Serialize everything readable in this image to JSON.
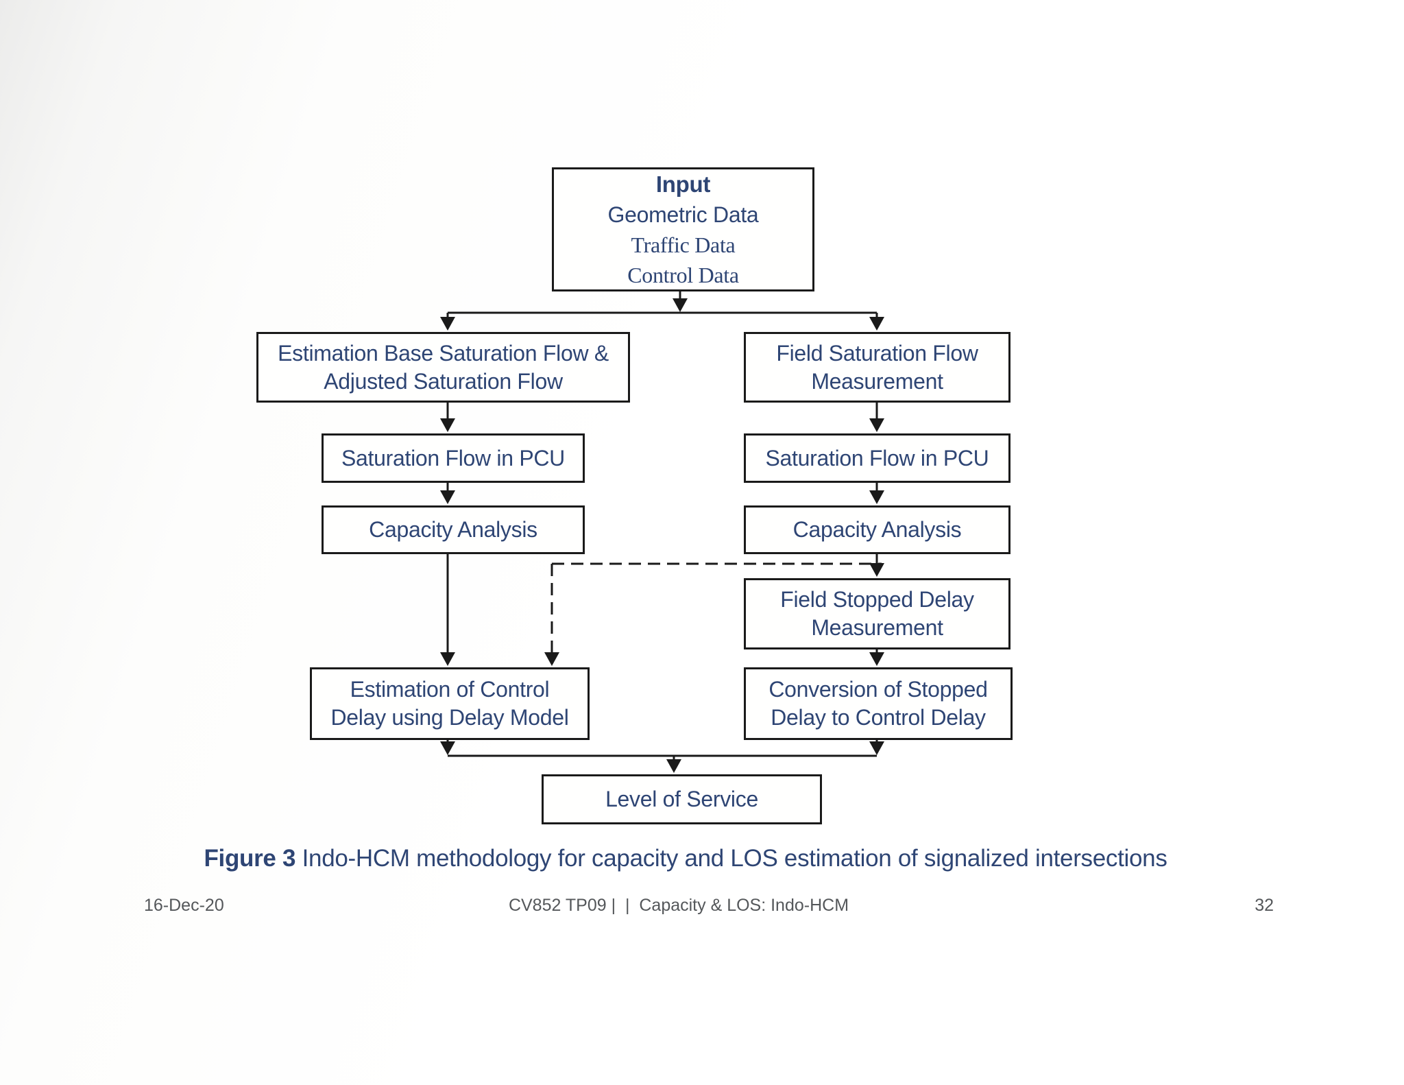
{
  "colors": {
    "accent_text": "#2e4574",
    "line": "#1a1a1a",
    "footer_text": "#54575a",
    "background": "#ffffff"
  },
  "nodes": {
    "input": {
      "title": "Input",
      "geometric": "Geometric Data",
      "traffic": "Traffic Data",
      "control": "Control Data"
    },
    "est_base_sat": {
      "line1": "Estimation Base Saturation Flow &",
      "line2": "Adjusted Saturation Flow"
    },
    "field_sat": {
      "line1": "Field Saturation Flow",
      "line2": "Measurement"
    },
    "sat_pcu_left": {
      "label": "Saturation Flow in PCU"
    },
    "sat_pcu_right": {
      "label": "Saturation Flow in PCU"
    },
    "cap_left": {
      "label": "Capacity Analysis"
    },
    "cap_right": {
      "label": "Capacity Analysis"
    },
    "field_stopped": {
      "line1": "Field Stopped Delay",
      "line2": "Measurement"
    },
    "est_delay": {
      "line1": "Estimation of Control",
      "line2": "Delay using Delay Model"
    },
    "conv_delay": {
      "line1": "Conversion of Stopped",
      "line2": "Delay to Control Delay"
    },
    "los": {
      "label": "Level of Service"
    }
  },
  "caption": {
    "label": "Figure 3",
    "text": "Indo-HCM methodology for capacity and LOS estimation of signalized intersections"
  },
  "footer": {
    "date": "16-Dec-20",
    "center": "CV852 TP09 |  |  Capacity & LOS: Indo-HCM",
    "page": "32"
  }
}
